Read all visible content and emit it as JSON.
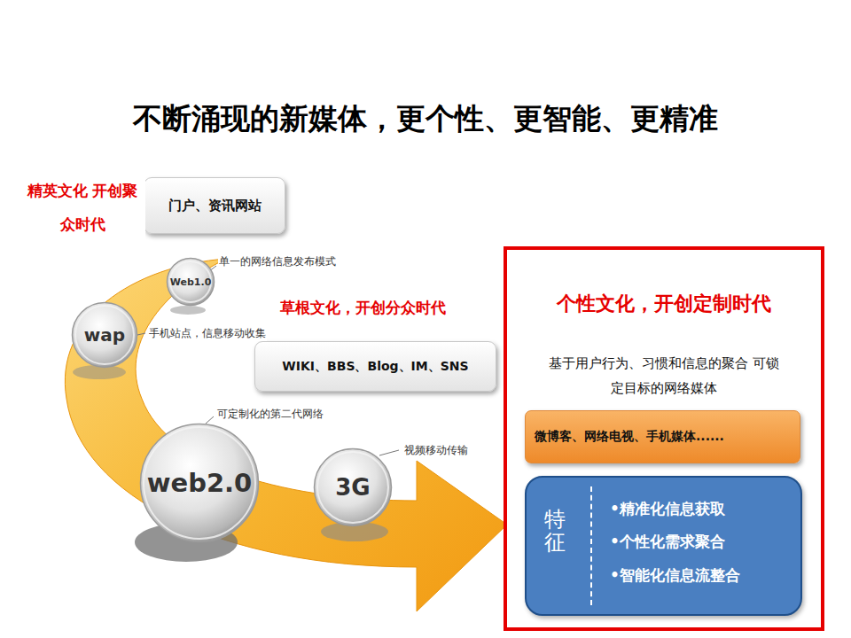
{
  "diagram": {
    "title": "不断涌现的新媒体，更个性、更智能、更精准",
    "nodes": [
      {
        "text": [
          "门户、资讯网站"
        ]
      },
      {
        "text": [
          "Web1.0"
        ]
      },
      {
        "text": [
          "wap"
        ]
      },
      {
        "text": [
          "WIKI、BBS、Blog、IM、SNS"
        ]
      },
      {
        "text": [
          "web2.0"
        ]
      },
      {
        "text": [
          "3G"
        ]
      },
      {
        "text": [
          "个性文化，开创定制时代",
          "基于用户行为、习惯和信息的聚合 可锁定目标的网络媒体"
        ]
      },
      {
        "text": [
          "微博客、网络电视、手机媒体......"
        ],
        "in": 6
      },
      {
        "text": [
          "特征",
          "•精准化信息获取",
          "•个性化需求聚合",
          "•智能化信息流整合"
        ],
        "in": 6
      }
    ],
    "labels": [
      "精英文化 开创聚众时代",
      "单一的网络信息发布模式",
      "草根文化，开创分众时代",
      "手机站点，信息移动收集",
      "可定制化的第二代网络",
      "视频移动传输"
    ]
  }
}
